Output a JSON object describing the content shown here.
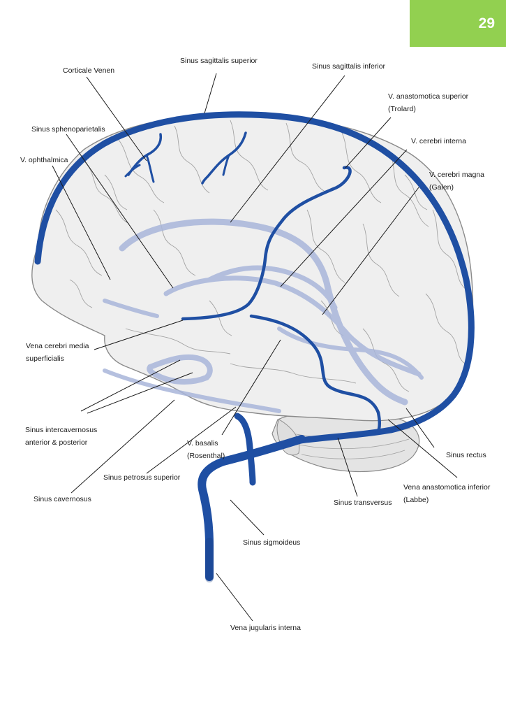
{
  "page_number": "29",
  "colors": {
    "vein": "#1f4fa3",
    "vein_dark": "#163a80",
    "deep_vein": "#a9b6da",
    "brain_fill": "#efefef",
    "brain_outline": "#8a8a8a",
    "badge": "#92d050"
  },
  "labels": {
    "corticale_venen": "Corticale Venen",
    "sinus_sagittalis_superior": "Sinus sagittalis superior",
    "sinus_sagittalis_inferior": "Sinus sagittalis inferior",
    "v_anastomotica_superior": {
      "line1": "V. anastomotica  superior",
      "line2": "(Trolard)"
    },
    "sinus_sphenoparietalis": "Sinus sphenoparietalis",
    "v_cerebri_interna": "V. cerebri interna",
    "v_ophthalmica": "V. ophthalmica",
    "v_cerebri_magna": {
      "line1": "V. cerebri magna",
      "line2": "(Galen)"
    },
    "vena_cerebri_media": {
      "line1": "Vena cerebri media",
      "line2": "superficialis"
    },
    "sinus_intercavernosus": {
      "line1": "Sinus intercavernosus",
      "line2": "anterior & posterior"
    },
    "v_basalis": {
      "line1": "V. basalis",
      "line2": "(Rosenthal)"
    },
    "sinus_rectus": "Sinus rectus",
    "sinus_petrosus_superior": "Sinus petrosus superior",
    "vena_anastomotica_inferior": {
      "line1": "Vena anastomotica inferior",
      "line2": "(Labbe)"
    },
    "sinus_cavernosus": "Sinus cavernosus",
    "sinus_transversus": "Sinus transversus",
    "sinus_sigmoideus": "Sinus sigmoideus",
    "vena_jugularis_interna": "Vena jugularis interna"
  }
}
